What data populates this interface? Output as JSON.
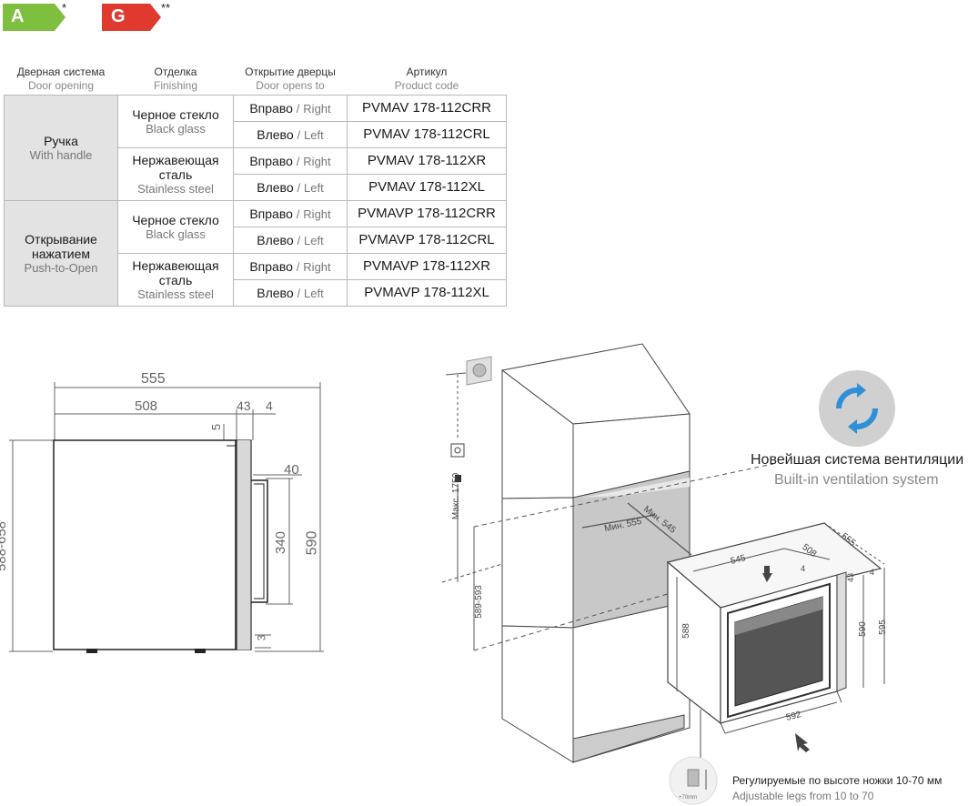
{
  "energy": {
    "badge_a": {
      "label": "A",
      "mark": "*",
      "color": "#7fbf3f"
    },
    "badge_g": {
      "label": "G",
      "mark": "**",
      "color": "#e03a2f"
    }
  },
  "table": {
    "headers": [
      {
        "ru": "Дверная система",
        "en": "Door opening"
      },
      {
        "ru": "Отделка",
        "en": "Finishing"
      },
      {
        "ru": "Открытие дверцы",
        "en": "Door opens to"
      },
      {
        "ru": "Артикул",
        "en": "Product code"
      }
    ],
    "systems": [
      {
        "ru": "Ручка",
        "en": "With handle"
      },
      {
        "ru": "Открывание нажатием",
        "en": "Push-to-Open"
      }
    ],
    "finishes": [
      {
        "ru": "Черное стекло",
        "en": "Black glass"
      },
      {
        "ru": "Нержавеющая сталь",
        "en": "Stainless steel"
      },
      {
        "ru": "Черное стекло",
        "en": "Black glass"
      },
      {
        "ru": "Нержавеющая сталь",
        "en": "Stainless steel"
      }
    ],
    "rows": [
      {
        "door_ru": "Вправо",
        "door_en": "Right",
        "code": "PVMAV 178-112CRR"
      },
      {
        "door_ru": "Влево",
        "door_en": "Left",
        "code": "PVMAV 178-112CRL"
      },
      {
        "door_ru": "Вправо",
        "door_en": "Right",
        "code": "PVMAV 178-112XR"
      },
      {
        "door_ru": "Влево",
        "door_en": "Left",
        "code": "PVMAV 178-112XL"
      },
      {
        "door_ru": "Вправо",
        "door_en": "Right",
        "code": "PVMAVP 178-112CRR"
      },
      {
        "door_ru": "Влево",
        "door_en": "Left",
        "code": "PVMAVP 178-112CRL"
      },
      {
        "door_ru": "Вправо",
        "door_en": "Right",
        "code": "PVMAVP 178-112XR"
      },
      {
        "door_ru": "Влево",
        "door_en": "Left",
        "code": "PVMAVP 178-112XL"
      }
    ],
    "separator": "/"
  },
  "side_view": {
    "dims": {
      "total_depth": "555",
      "body_depth": "508",
      "door_depth": "43",
      "gap": "4",
      "top_gap": "5",
      "handle_offset": "40",
      "handle_height": "340",
      "height": "590",
      "height_range": "588-658",
      "bottom_gap": "3"
    }
  },
  "install_view": {
    "dims": {
      "max_socket": "Макс. 1750",
      "niche_height": "589-593",
      "min_depth": "Мин. 555",
      "min_width": "Мин. 545",
      "width": "545",
      "depth_508": "508",
      "depth_555": "555",
      "d4": "4",
      "d43": "43",
      "d4b": "4",
      "height_588": "588",
      "height_590": "590",
      "height_595": "595",
      "width_592": "592"
    },
    "ventilation": {
      "ru": "Новейшая система вентиляции",
      "en": "Built-in ventilation system"
    },
    "legs": {
      "ru": "Регулируемые по высоте ножки 10-70 мм",
      "en": "Adjustable legs from 10 to 70",
      "icon_label": "+70mm"
    }
  }
}
